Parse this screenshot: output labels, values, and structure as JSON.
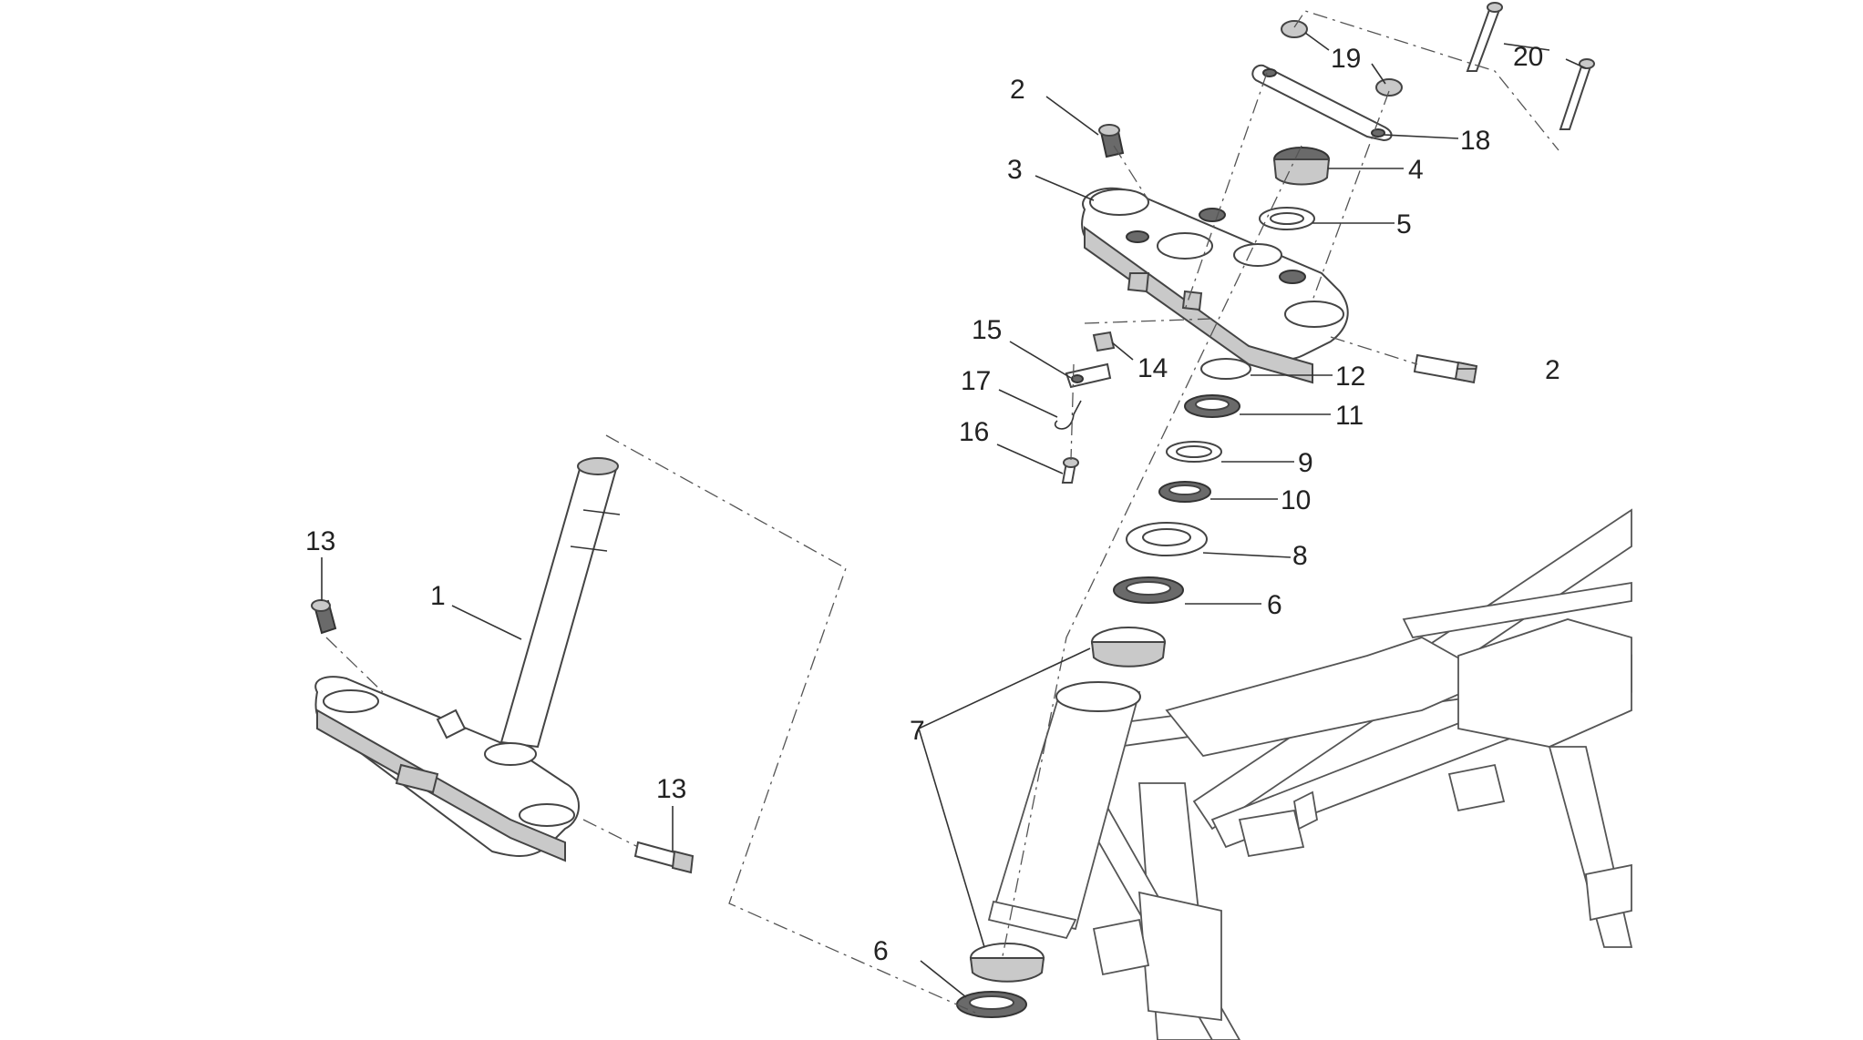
{
  "callouts": [
    {
      "id": "c1",
      "text": "1"
    },
    {
      "id": "c2a",
      "text": "2"
    },
    {
      "id": "c2b",
      "text": "2"
    },
    {
      "id": "c3",
      "text": "3"
    },
    {
      "id": "c4",
      "text": "4"
    },
    {
      "id": "c5",
      "text": "5"
    },
    {
      "id": "c6a",
      "text": "6"
    },
    {
      "id": "c6b",
      "text": "6"
    },
    {
      "id": "c7",
      "text": "7"
    },
    {
      "id": "c8",
      "text": "8"
    },
    {
      "id": "c9",
      "text": "9"
    },
    {
      "id": "c10",
      "text": "10"
    },
    {
      "id": "c11",
      "text": "11"
    },
    {
      "id": "c12",
      "text": "12"
    },
    {
      "id": "c13a",
      "text": "13"
    },
    {
      "id": "c13b",
      "text": "13"
    },
    {
      "id": "c14",
      "text": "14"
    },
    {
      "id": "c15",
      "text": "15"
    },
    {
      "id": "c16",
      "text": "16"
    },
    {
      "id": "c17",
      "text": "17"
    },
    {
      "id": "c18",
      "text": "18"
    },
    {
      "id": "c19",
      "text": "19"
    },
    {
      "id": "c20",
      "text": "20"
    }
  ]
}
